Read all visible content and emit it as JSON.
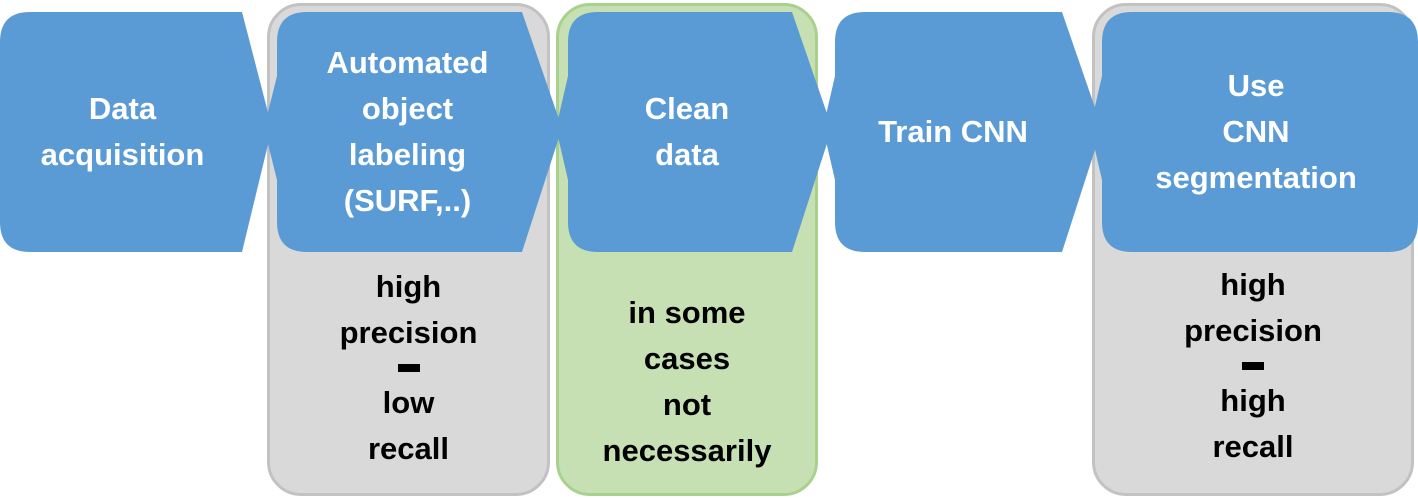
{
  "colors": {
    "box_fill": "#5b9bd5",
    "box_text": "#ffffff",
    "gray_panel": "#d9d9d9",
    "green_panel": "#c6e0b4"
  },
  "steps": [
    {
      "label": "Data\nacquisition"
    },
    {
      "label": "Automated\nobject\nlabeling\n(SURF,..)"
    },
    {
      "label": "Clean\ndata"
    },
    {
      "label": "Train CNN"
    },
    {
      "label": "Use\nCNN\nsegmentation"
    }
  ],
  "notes": {
    "labeling": {
      "top": "high\nprecision",
      "bottom": "low\nrecall"
    },
    "clean": {
      "text": "in some\ncases\nnot\nnecessarily"
    },
    "segmentation": {
      "top": "high\nprecision",
      "bottom": "high\nrecall"
    }
  }
}
